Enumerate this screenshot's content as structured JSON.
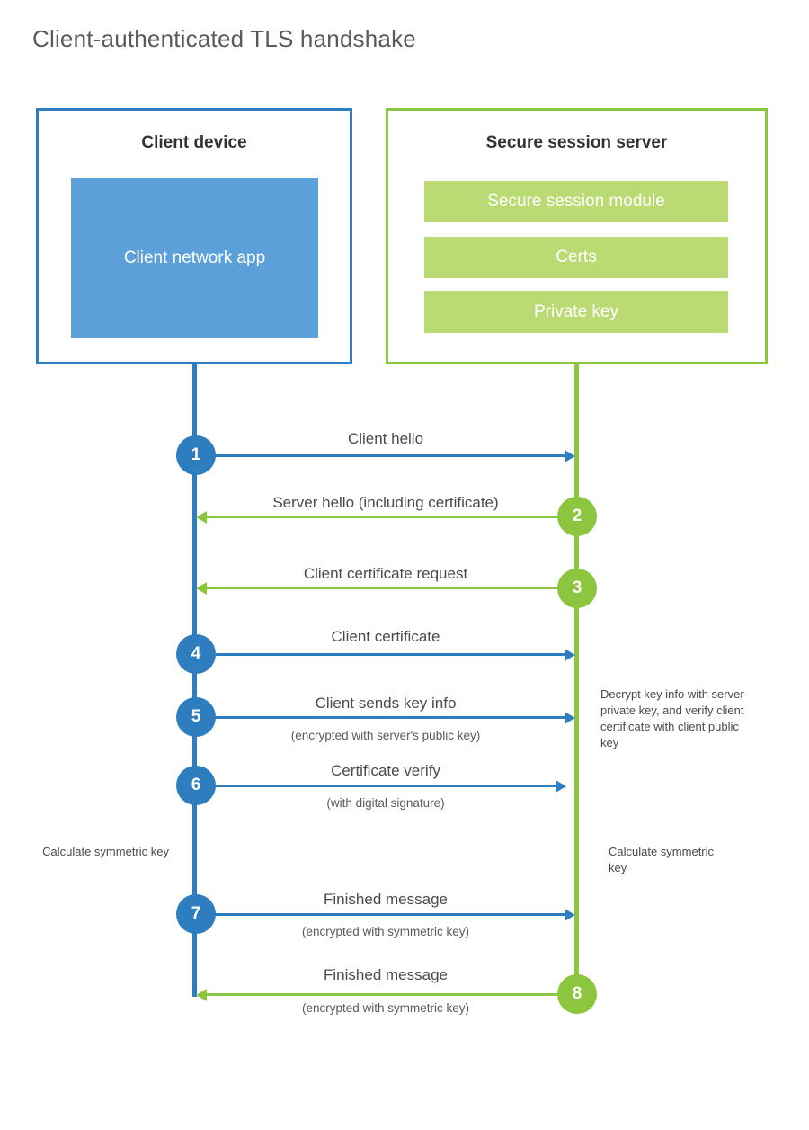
{
  "page": {
    "title": "Client-authenticated TLS handshake"
  },
  "colors": {
    "client_accent": "#2e7ebf",
    "client_fill": "#5ba0d8",
    "server_accent": "#8cc63e",
    "server_fill": "#bada74",
    "text": "#4a4a4a",
    "background": "#ffffff"
  },
  "client": {
    "title": "Client device",
    "app_label": "Client network app"
  },
  "server": {
    "title": "Secure session server",
    "blocks": [
      {
        "label": "Secure session module"
      },
      {
        "label": "Certs"
      },
      {
        "label": "Private key"
      }
    ]
  },
  "steps": [
    {
      "number": "1",
      "label": "Client hello",
      "sublabel": "",
      "direction": "client-to-server",
      "color": "blue"
    },
    {
      "number": "2",
      "label": "Server hello (including certificate)",
      "sublabel": "",
      "direction": "server-to-client",
      "color": "green"
    },
    {
      "number": "3",
      "label": "Client certificate request",
      "sublabel": "",
      "direction": "server-to-client",
      "color": "green"
    },
    {
      "number": "4",
      "label": "Client certificate",
      "sublabel": "",
      "direction": "client-to-server",
      "color": "blue"
    },
    {
      "number": "5",
      "label": "Client sends key info",
      "sublabel": "(encrypted with server's public key)",
      "direction": "client-to-server",
      "color": "blue"
    },
    {
      "number": "6",
      "label": "Certificate verify",
      "sublabel": "(with digital signature)",
      "direction": "client-to-server",
      "color": "blue"
    },
    {
      "number": "7",
      "label": "Finished message",
      "sublabel": "(encrypted with symmetric key)",
      "direction": "client-to-server",
      "color": "blue"
    },
    {
      "number": "8",
      "label": "Finished message",
      "sublabel": "(encrypted with symmetric key)",
      "direction": "server-to-client",
      "color": "green"
    }
  ],
  "annotations": {
    "server_decrypt": "Decrypt key info with server private key, and verify client certificate with client public key",
    "client_calculate": "Calculate symmetric key",
    "server_calculate": "Calculate symmetric key"
  }
}
